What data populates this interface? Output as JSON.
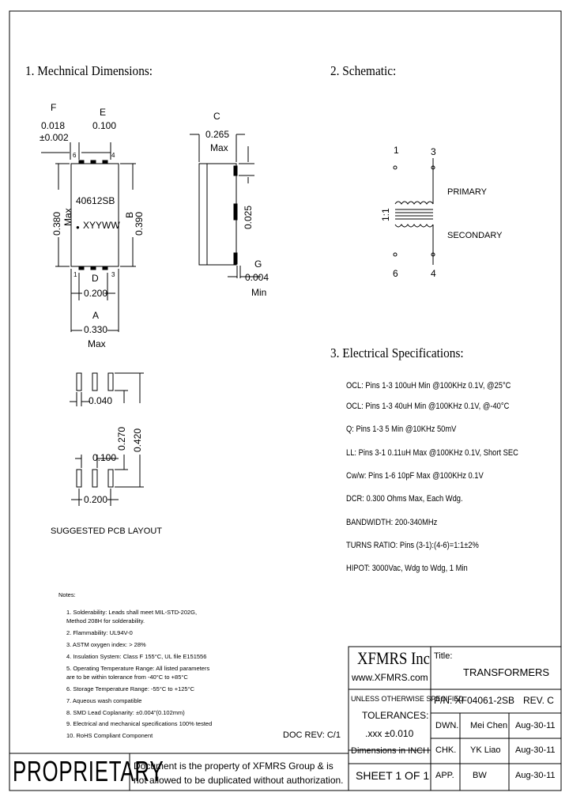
{
  "sections": {
    "mechanical": "1. Mechnical Dimensions:",
    "schematic": "2. Schematic:",
    "electrical": "3. Electrical Specifications:"
  },
  "mechanical": {
    "F": "F",
    "F_val": "0.018",
    "F_tol": "±0.002",
    "E": "E",
    "E_val": "0.100",
    "C": "C",
    "C_val": "0.265",
    "C_max": "Max",
    "part_mark": "40612SB",
    "date_mark": "XYYWW",
    "dim_380": "0.380",
    "dim_380_max": "Max",
    "B": "B",
    "B_val": "0.390",
    "dim_025": "0.025",
    "D": "D",
    "D_val": "0.200",
    "A": "A",
    "A_val": "0.330",
    "A_max": "Max",
    "G": "G",
    "G_val": "0.004",
    "G_min": "Min",
    "pin_6": "6",
    "pin_4": "4",
    "pin_1": "1",
    "pin_3": "3"
  },
  "pcb": {
    "dim_040": "0.040",
    "dim_270": "0.270",
    "dim_420": "0.420",
    "dim_100": "0.100",
    "dim_200": "0.200",
    "label": "SUGGESTED PCB LAYOUT"
  },
  "schematic": {
    "pin1": "1",
    "pin3": "3",
    "pin6": "6",
    "pin4": "4",
    "ratio": "1:1",
    "primary": "PRIMARY",
    "secondary": "SECONDARY"
  },
  "specs": [
    "OCL: Pins 1-3 100uH Min @100KHz 0.1V, @25°C",
    "OCL: Pins 1-3 40uH Min @100KHz 0.1V, @-40°C",
    "Q: Pins 1-3 5 Min @10KHz 50mV",
    "LL: Pins 3-1 0.11uH Max @100KHz 0.1V, Short SEC",
    "Cw/w: Pins 1-6 10pF Max @100KHz 0.1V",
    "DCR: 0.300 Ohms Max, Each Wdg.",
    "BANDWIDTH: 200-340MHz",
    "TURNS RATIO: Pins (3-1):(4-6)=1:1±2%",
    "HIPOT: 3000Vac, Wdg to Wdg, 1 Min"
  ],
  "notes": {
    "title": "Notes:",
    "items": [
      "1. Solderability: Leads shall meet MIL-STD-202G,",
      "   Method 208H for solderability.",
      "2. Flammability: UL94V-0",
      "3. ASTM oxygen index: > 28%",
      "4. Insulation System: Class F 155°C, UL file E151556",
      "5. Operating Temperature Range: All listed parameters",
      "   are to be within tolerance from -40°C to +85°C",
      "6. Storage Temperature Range: -55°C to +125°C",
      "7. Aqueous wash compatible",
      "8. SMD Lead Coplanarity: ±0.004\"(0.102mm)",
      "9. Electrical and mechanical specifications 100% tested",
      "10. RoHS Compliant Component"
    ]
  },
  "doc_rev": "DOC REV: C/1",
  "title_block": {
    "company": "XFMRS Inc",
    "website": "www.XFMRS.com",
    "unless": "UNLESS OTHERWISE SPECIFIED",
    "tolerances": "TOLERANCES:",
    "tol_val": ".xxx ±0.010",
    "units": "Dimensions in INCH",
    "sheet": "SHEET 1 OF 1",
    "title_label": "Title:",
    "title": "TRANSFORMERS",
    "pn": "P/N: XF04061-2SB",
    "rev": "REV. C",
    "dwn": "DWN.",
    "dwn_name": "Mei Chen",
    "dwn_date": "Aug-30-11",
    "chk": "CHK.",
    "chk_name": "YK Liao",
    "chk_date": "Aug-30-11",
    "app": "APP.",
    "app_name": "BW",
    "app_date": "Aug-30-11"
  },
  "proprietary": {
    "word": "PROPRIETARY",
    "line1": "Document is the property of XFMRS Group & is",
    "line2": "not allowed to be duplicated without authorization."
  }
}
